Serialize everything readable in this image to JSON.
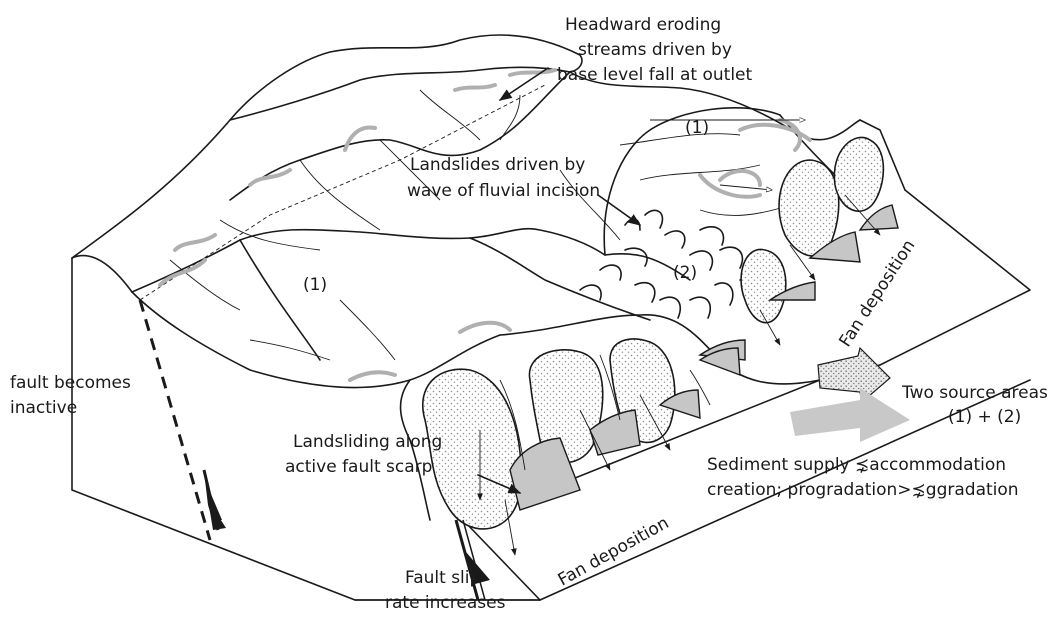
{
  "labels": {
    "headward": [
      "Headward eroding",
      "streams driven by",
      "base level fall at outlet"
    ],
    "landslides_incision": [
      "Landslides driven by",
      "wave of fluvial incision"
    ],
    "fault_inactive": [
      "fault becomes",
      "inactive"
    ],
    "landsliding_scarp": [
      "Landsliding along",
      "active fault scarp"
    ],
    "fault_slip": [
      "Fault slip",
      "rate increases"
    ],
    "fan_deposition_right": "Fan deposition",
    "fan_deposition_bottom": "Fan deposition",
    "two_source": [
      "Two source areas",
      "(1) + (2)"
    ],
    "sediment_supply": [
      "Sediment supply ⋨accommodation",
      "creation; progradation>⋨ggradation"
    ],
    "marker_1_top": "(1)",
    "marker_1_left": "(1)",
    "marker_2": "(2)"
  },
  "colors": {
    "line": "#1a1a1a",
    "grey_channel": "#b0b0b0",
    "arrow_grey": "#c8c8c8",
    "stipple": "#9a9a9a"
  },
  "icons": [
    "sediment-arrow-icon",
    "fault-slip-arrow-icon"
  ]
}
